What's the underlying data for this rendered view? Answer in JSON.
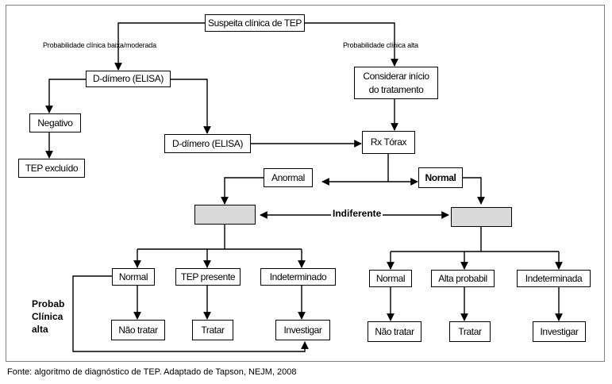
{
  "nodes": {
    "root": "Suspeita clínica de TEP",
    "ddimer1": "D-dímero (ELISA)",
    "consider": [
      "Considerar início",
      "do tratamento"
    ],
    "negativo": "Negativo",
    "tep_excluido": "TEP excluído",
    "ddimer2": "D-dímero (ELISA)",
    "rx": "Rx Tórax",
    "anormal": "Anormal",
    "normal_rx": "Normal",
    "left": {
      "normal": "Normal",
      "tep_presente": "TEP presente",
      "indeterminado": "Indeterminado",
      "nao_tratar": "Não tratar",
      "tratar": "Tratar",
      "investigar": "Investigar"
    },
    "right": {
      "normal": "Normal",
      "alta_probabil": "Alta probabil",
      "indeterminada": "Indeterminada",
      "nao_tratar": "Não tratar",
      "tratar": "Tratar",
      "investigar": "Investigar"
    }
  },
  "labels": {
    "prob_baixa": "Probabilidade clínica baixa/moderada",
    "prob_alta": "Probabilidade clínica alta",
    "indiferente": "Indiferente",
    "side_note": [
      "Probab",
      "Clínica",
      "alta"
    ]
  },
  "caption": "Fonte: algoritmo de diagnóstico de TEP. Adaptado de Tapson, NEJM, 2008"
}
